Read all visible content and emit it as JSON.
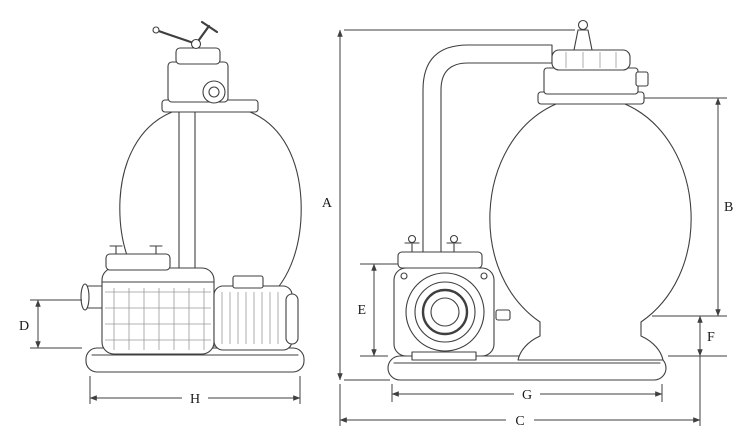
{
  "diagram": {
    "views": [
      {
        "id": "front-view",
        "dimension_labels": [
          "D",
          "H"
        ]
      },
      {
        "id": "side-view",
        "dimension_labels": [
          "A",
          "B",
          "C",
          "E",
          "F",
          "G"
        ]
      }
    ],
    "labels": {
      "A": "A",
      "B": "B",
      "C": "C",
      "D": "D",
      "E": "E",
      "F": "F",
      "G": "G",
      "H": "H"
    },
    "colors": {
      "line": "#3f3f3f",
      "detail": "#9a9a9a",
      "background": "#ffffff",
      "text": "#1a1a1a"
    }
  }
}
